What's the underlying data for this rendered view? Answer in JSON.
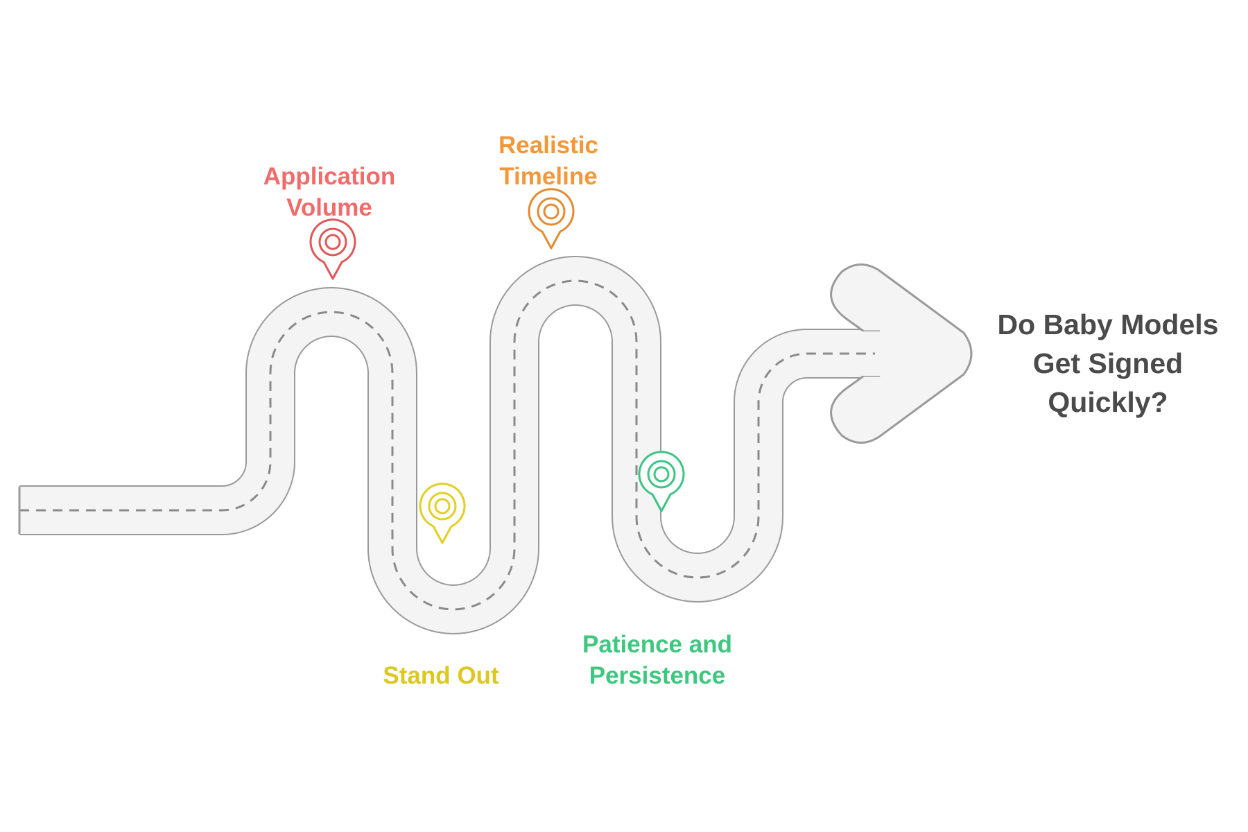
{
  "goal": {
    "lines": [
      "Do Baby Models",
      "Get Signed",
      "Quickly?"
    ],
    "color": "#4a4a4a"
  },
  "road": {
    "fill": "#f4f4f4",
    "stroke": "#9a9a9a",
    "dash": "#8a8a8a"
  },
  "milestones": [
    {
      "id": "application-volume",
      "lines": [
        "Application",
        "Volume"
      ],
      "color": "#f26b6b",
      "pin_stroke": "#e25656"
    },
    {
      "id": "realistic-timeline",
      "lines": [
        "Realistic",
        "Timeline"
      ],
      "color": "#f2983a",
      "pin_stroke": "#e58a2e"
    },
    {
      "id": "stand-out",
      "lines": [
        "Stand Out"
      ],
      "color": "#dcc81e",
      "pin_stroke": "#e3cf22"
    },
    {
      "id": "patience-and-persistence",
      "lines": [
        "Patience and",
        "Persistence"
      ],
      "color": "#3fc67f",
      "pin_stroke": "#3cc483"
    }
  ]
}
